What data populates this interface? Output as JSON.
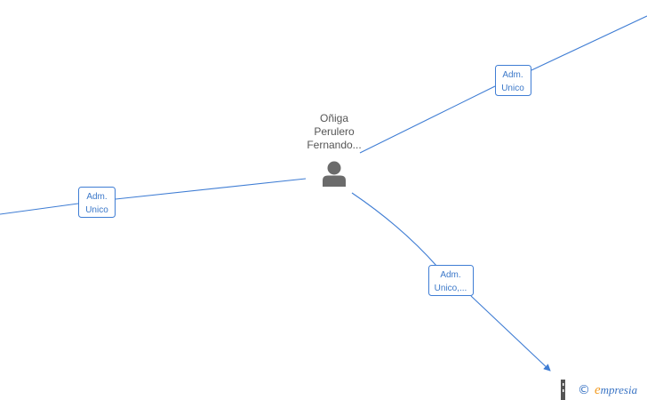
{
  "person": {
    "name_lines": [
      "Oñiga",
      "Perulero",
      "Fernando..."
    ],
    "icon": "person-icon"
  },
  "edges": [
    {
      "id": "left",
      "label_lines": [
        "Adm.",
        "Unico"
      ]
    },
    {
      "id": "upper-right",
      "label_lines": [
        "Adm.",
        "Unico"
      ]
    },
    {
      "id": "lower-right",
      "label_lines": [
        "Adm.",
        "Unico,..."
      ]
    }
  ],
  "footer": {
    "copyright_symbol": "©",
    "brand_initial": "e",
    "brand_rest": "mpresia"
  },
  "colors": {
    "edge": "#3f7dd4",
    "label_text": "#3b78c9",
    "person_text": "#555555",
    "person_icon": "#6b6b6b",
    "brand_blue": "#3a74c4",
    "brand_orange": "#f29a1f"
  }
}
